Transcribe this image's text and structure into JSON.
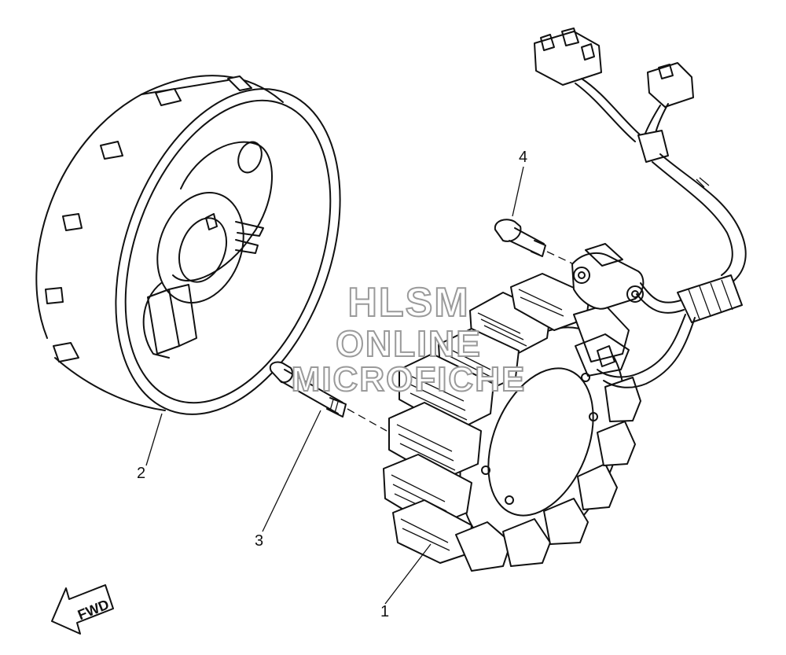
{
  "callouts": {
    "p1": "1",
    "p2": "2",
    "p3": "3",
    "p4": "4"
  },
  "watermark": {
    "line1": "HLSM",
    "line2": "ONLINE",
    "line3": "MICROFICHE"
  },
  "direction": {
    "label": "FWD"
  },
  "colors": {
    "line": "#111111",
    "background": "#ffffff",
    "watermark": "#9a9a9a"
  }
}
